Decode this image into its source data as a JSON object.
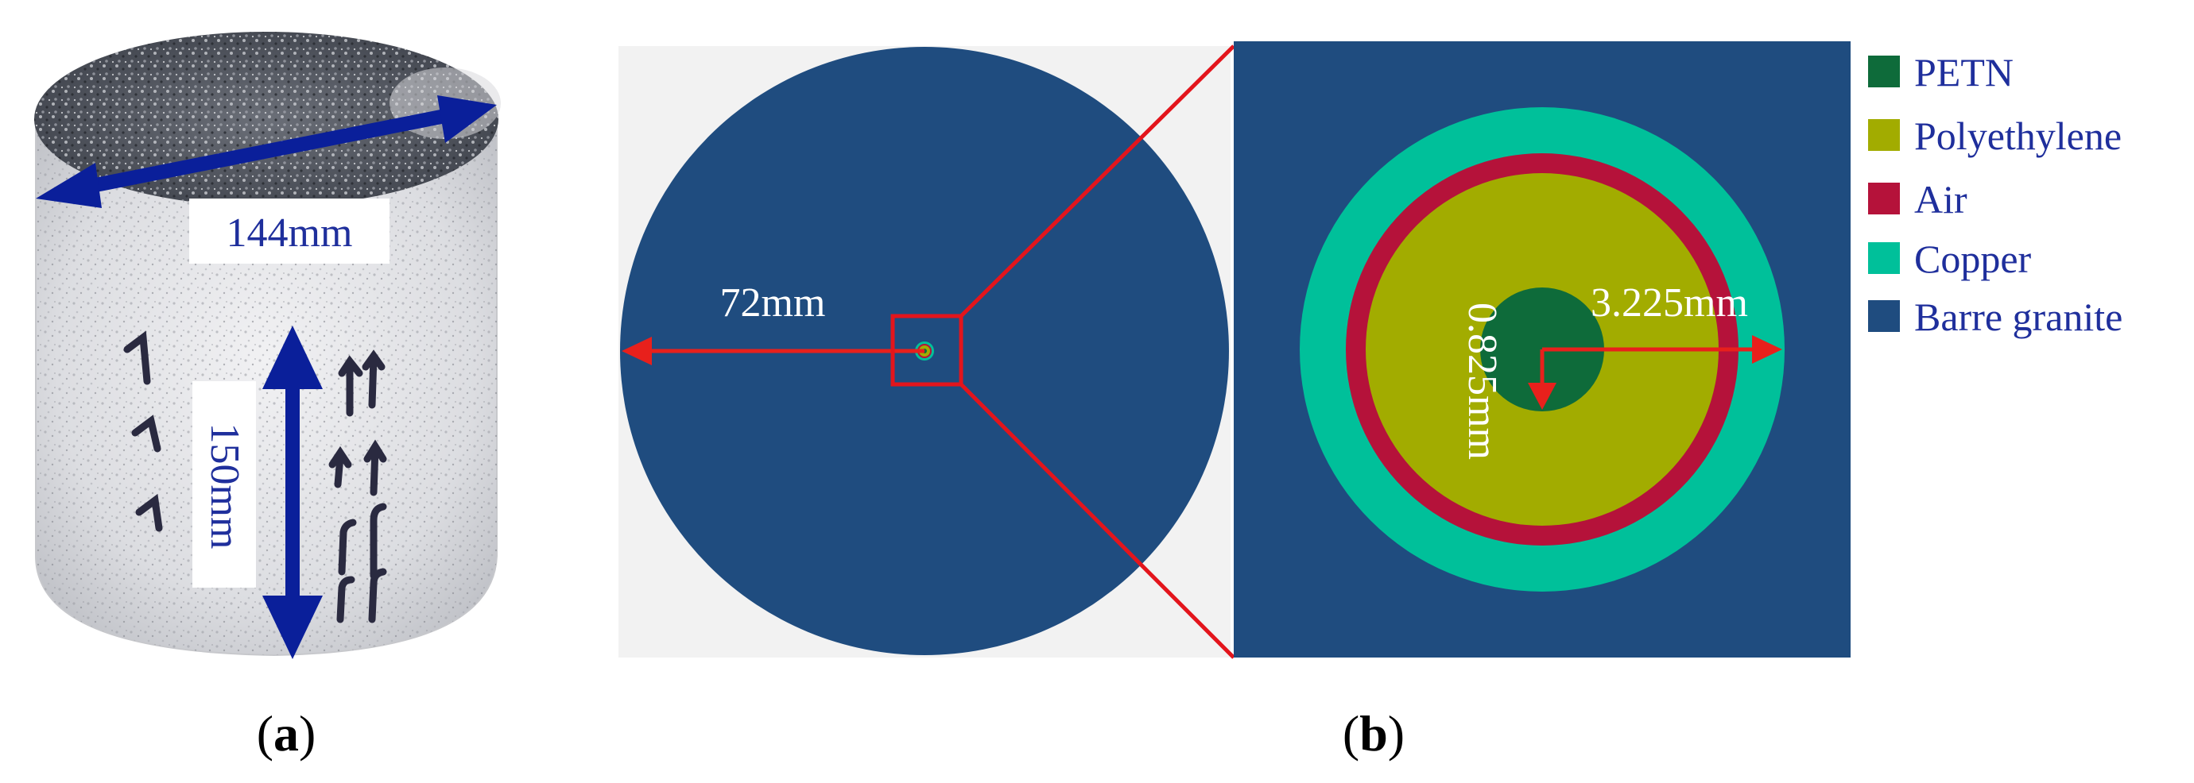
{
  "panel_a": {
    "label_open": "(",
    "label_letter": "a",
    "label_close": ")",
    "diameter_label": "144mm",
    "height_label": "150mm"
  },
  "panel_b": {
    "label_open": "(",
    "label_letter": "b",
    "label_close": ")",
    "radius_label": "72mm",
    "inner_radius_label": "0.825mm",
    "outer_radius_label": "3.225mm"
  },
  "legend": {
    "items": [
      {
        "label": "PETN",
        "color": "#0e6b3a"
      },
      {
        "label": "Polyethylene",
        "color": "#a2ac00"
      },
      {
        "label": "Air",
        "color": "#b5123a"
      },
      {
        "label": "Copper",
        "color": "#00c09a"
      },
      {
        "label": "Barre granite",
        "color": "#1f4c7f"
      }
    ]
  },
  "colors": {
    "granite": "#1f4c7f",
    "copper": "#00c09a",
    "air": "#b5123a",
    "polyethylene": "#a2ac00",
    "petn": "#0e6b3a",
    "dimension_arrow_a": "#0a1f9a",
    "dimension_arrow_b": "#e8201c",
    "zoom_lines": "#e3151c",
    "background_panel_b": "#f2f2f2"
  }
}
